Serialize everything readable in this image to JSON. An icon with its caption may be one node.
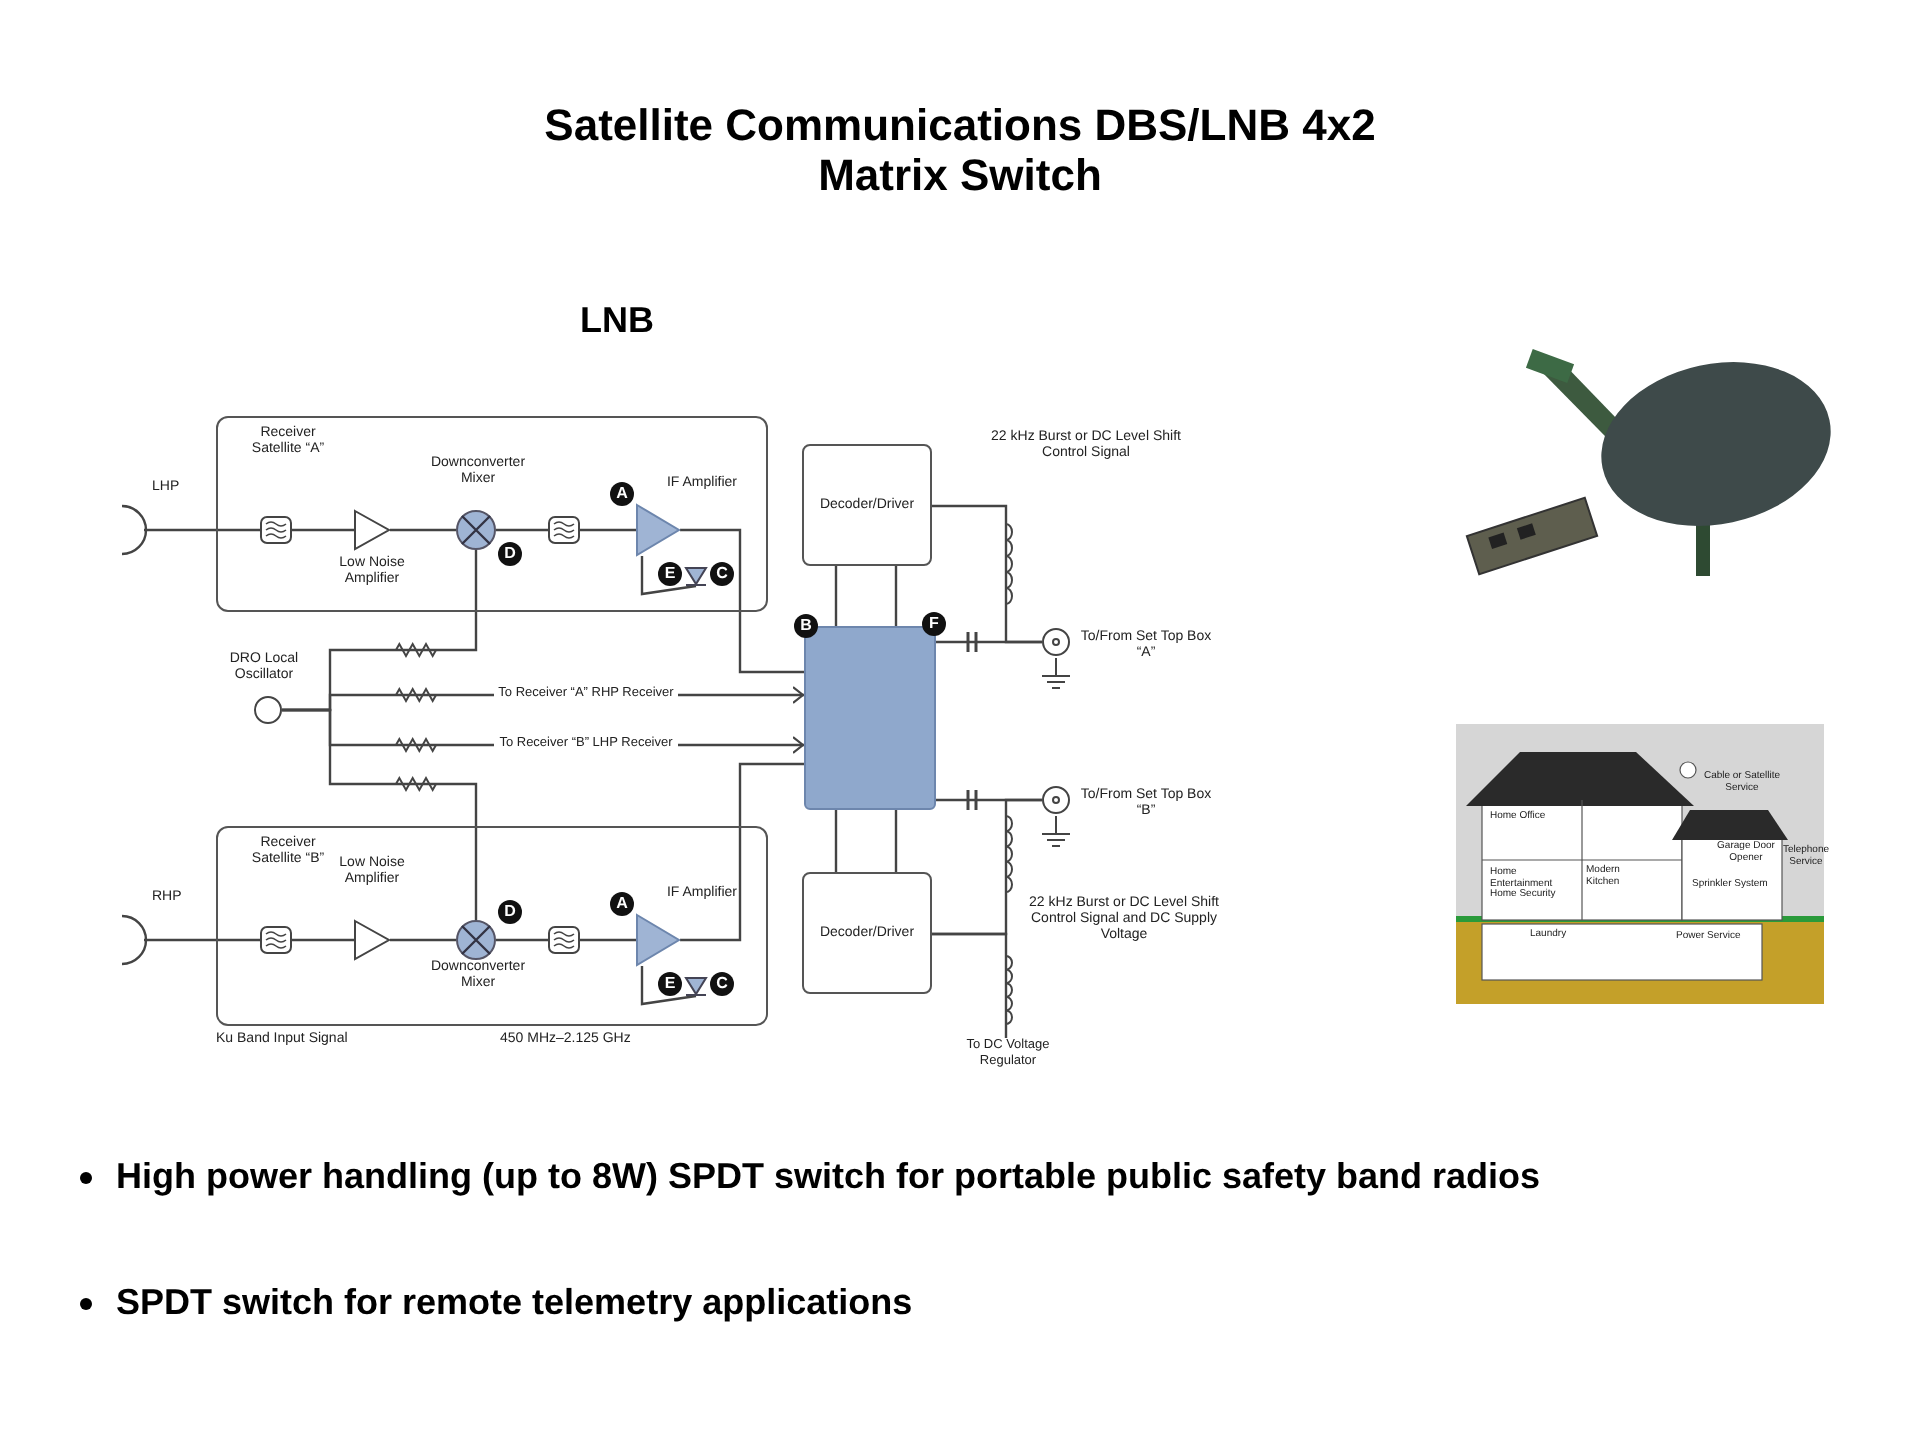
{
  "diagram": {
    "title": "Satellite Communications DBS/LNB 4x2 Matrix Switch",
    "nodes": [
      {
        "text": [
          "Receiver Satellite “A”"
        ]
      },
      {
        "text": [],
        "shape": "antenna",
        "beside": [
          "LHP"
        ]
      },
      {
        "text": [],
        "shape": "box",
        "in": 0
      },
      {
        "text": [],
        "shape": "triangle",
        "in": 0,
        "beside": [
          "Low Noise Amplifier"
        ]
      },
      {
        "text": [],
        "shape": "circle",
        "in": 0,
        "beside": [
          "Downconverter Mixer"
        ]
      },
      {
        "text": [],
        "shape": "box",
        "in": 0
      },
      {
        "text": [],
        "shape": "triangle",
        "in": 0,
        "beside": [
          "IF Amplifier"
        ]
      },
      {
        "text": [],
        "shape": "triangle",
        "in": 0
      },
      {
        "text": [
          "Decoder/Driver"
        ]
      },
      {
        "text": [],
        "shape": "box"
      },
      {
        "text": [],
        "shape": "circle",
        "beside": [
          "To/From Set Top Box “A”"
        ]
      },
      {
        "text": [],
        "shape": "circle",
        "beside": [
          "DRO Local Oscillator"
        ]
      },
      {
        "text": [
          "To Receiver “A” RHP Receiver"
        ]
      },
      {
        "text": [
          "To Receiver “B” LHP Receiver"
        ]
      },
      {
        "text": [],
        "shape": "circle",
        "beside": [
          "To/From Set Top Box “B”"
        ]
      },
      {
        "text": [
          "Receiver Satellite “B”"
        ],
        "beside": [
          "Ku Band Input Signal",
          "450 MHz–2.125 GHz"
        ]
      },
      {
        "text": [],
        "shape": "antenna",
        "beside": [
          "RHP"
        ]
      },
      {
        "text": [],
        "shape": "box",
        "in": 15
      },
      {
        "text": [],
        "shape": "triangle",
        "in": 15,
        "beside": [
          "Low Noise Amplifier"
        ]
      },
      {
        "text": [],
        "shape": "circle",
        "in": 15,
        "beside": [
          "Downconverter Mixer"
        ]
      },
      {
        "text": [],
        "shape": "box",
        "in": 15
      },
      {
        "text": [],
        "shape": "triangle",
        "in": 15,
        "beside": [
          "IF Amplifier"
        ]
      },
      {
        "text": [],
        "shape": "triangle",
        "in": 15
      },
      {
        "text": [
          "Decoder/Driver"
        ]
      },
      {
        "text": [
          "To DC Voltage Regulator"
        ]
      }
    ],
    "edges": [
      {
        "from": 1,
        "to": 2,
        "arrow": "none"
      },
      {
        "from": 2,
        "to": 3,
        "arrow": "none"
      },
      {
        "from": 3,
        "to": 4,
        "arrow": "none"
      },
      {
        "from": 4,
        "to": 5,
        "arrow": "none"
      },
      {
        "from": 5,
        "to": 6,
        "arrow": "none"
      },
      {
        "from": 6,
        "to": 7,
        "arrow": "none"
      },
      {
        "from": 6,
        "to": 9,
        "arrow": "none"
      },
      {
        "from": 8,
        "to": 9,
        "arrow": "none"
      },
      {
        "from": 8,
        "to": 9,
        "arrow": "none"
      },
      {
        "from": 9,
        "to": 10,
        "arrow": "none"
      },
      {
        "from": 8,
        "to": 10,
        "arrow": "none"
      },
      {
        "from": 11,
        "to": 4,
        "arrow": "none"
      },
      {
        "from": 11,
        "to": 12,
        "arrow": "none"
      },
      {
        "from": 12,
        "to": 9,
        "arrow": "to"
      },
      {
        "from": 11,
        "to": 13,
        "arrow": "none"
      },
      {
        "from": 13,
        "to": 9,
        "arrow": "to"
      },
      {
        "from": 11,
        "to": 19,
        "arrow": "none"
      },
      {
        "from": 9,
        "to": 14,
        "arrow": "none"
      },
      {
        "from": 16,
        "to": 17,
        "arrow": "none"
      },
      {
        "from": 17,
        "to": 18,
        "arrow": "none"
      },
      {
        "from": 18,
        "to": 19,
        "arrow": "none"
      },
      {
        "from": 19,
        "to": 20,
        "arrow": "none"
      },
      {
        "from": 20,
        "to": 21,
        "arrow": "none"
      },
      {
        "from": 21,
        "to": 22,
        "arrow": "none"
      },
      {
        "from": 21,
        "to": 9,
        "arrow": "none"
      },
      {
        "from": 9,
        "to": 23,
        "arrow": "none"
      },
      {
        "from": 9,
        "to": 23,
        "arrow": "none"
      },
      {
        "from": 23,
        "to": 14,
        "arrow": "none"
      },
      {
        "from": 23,
        "to": 24,
        "arrow": "none"
      }
    ],
    "labels": [
      "LNB",
      "22 kHz Burst or DC Level Shift Control Signal",
      "A",
      "D",
      "E",
      "C",
      "B",
      "F",
      "A",
      "22 kHz Burst or DC Level Shift Control Signal and DC Supply Voltage",
      "D",
      "E",
      "C",
      "Cable or Satellite Service",
      "Home Office",
      "Garage Door Opener",
      "Telephone Service",
      "Home Entertainment Home Security",
      "Modern Kitchen",
      "Sprinkler System",
      "Laundry",
      "Power Service",
      "High power handling (up to 8W) SPDT switch for portable public safety band radios",
      "SPDT switch for remote telemetry applications"
    ]
  }
}
